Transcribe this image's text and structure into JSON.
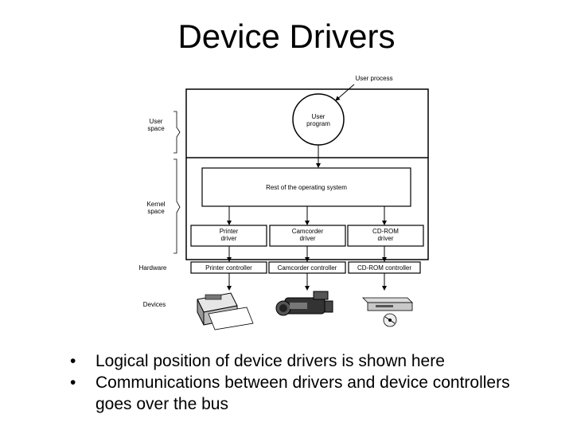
{
  "title": "Device Drivers",
  "diagram": {
    "user_process": "User process",
    "user_space": [
      "User",
      "space"
    ],
    "kernel_space": [
      "Kernel",
      "space"
    ],
    "hardware": "Hardware",
    "devices": "Devices",
    "user_program": [
      "User",
      "program"
    ],
    "rest_os": "Rest of the operating system",
    "drivers": [
      [
        "Printer",
        "driver"
      ],
      [
        "Camcorder",
        "driver"
      ],
      [
        "CD-ROM",
        "driver"
      ]
    ],
    "controllers": [
      "Printer controller",
      "Camcorder controller",
      "CD-ROM controller"
    ],
    "device_icons": [
      "printer-icon",
      "camcorder-icon",
      "cdrom-drive-icon"
    ]
  },
  "bullets": [
    "Logical position of device drivers is shown here",
    "Communications between drivers and device controllers goes over the bus"
  ],
  "bullet_char": "•"
}
